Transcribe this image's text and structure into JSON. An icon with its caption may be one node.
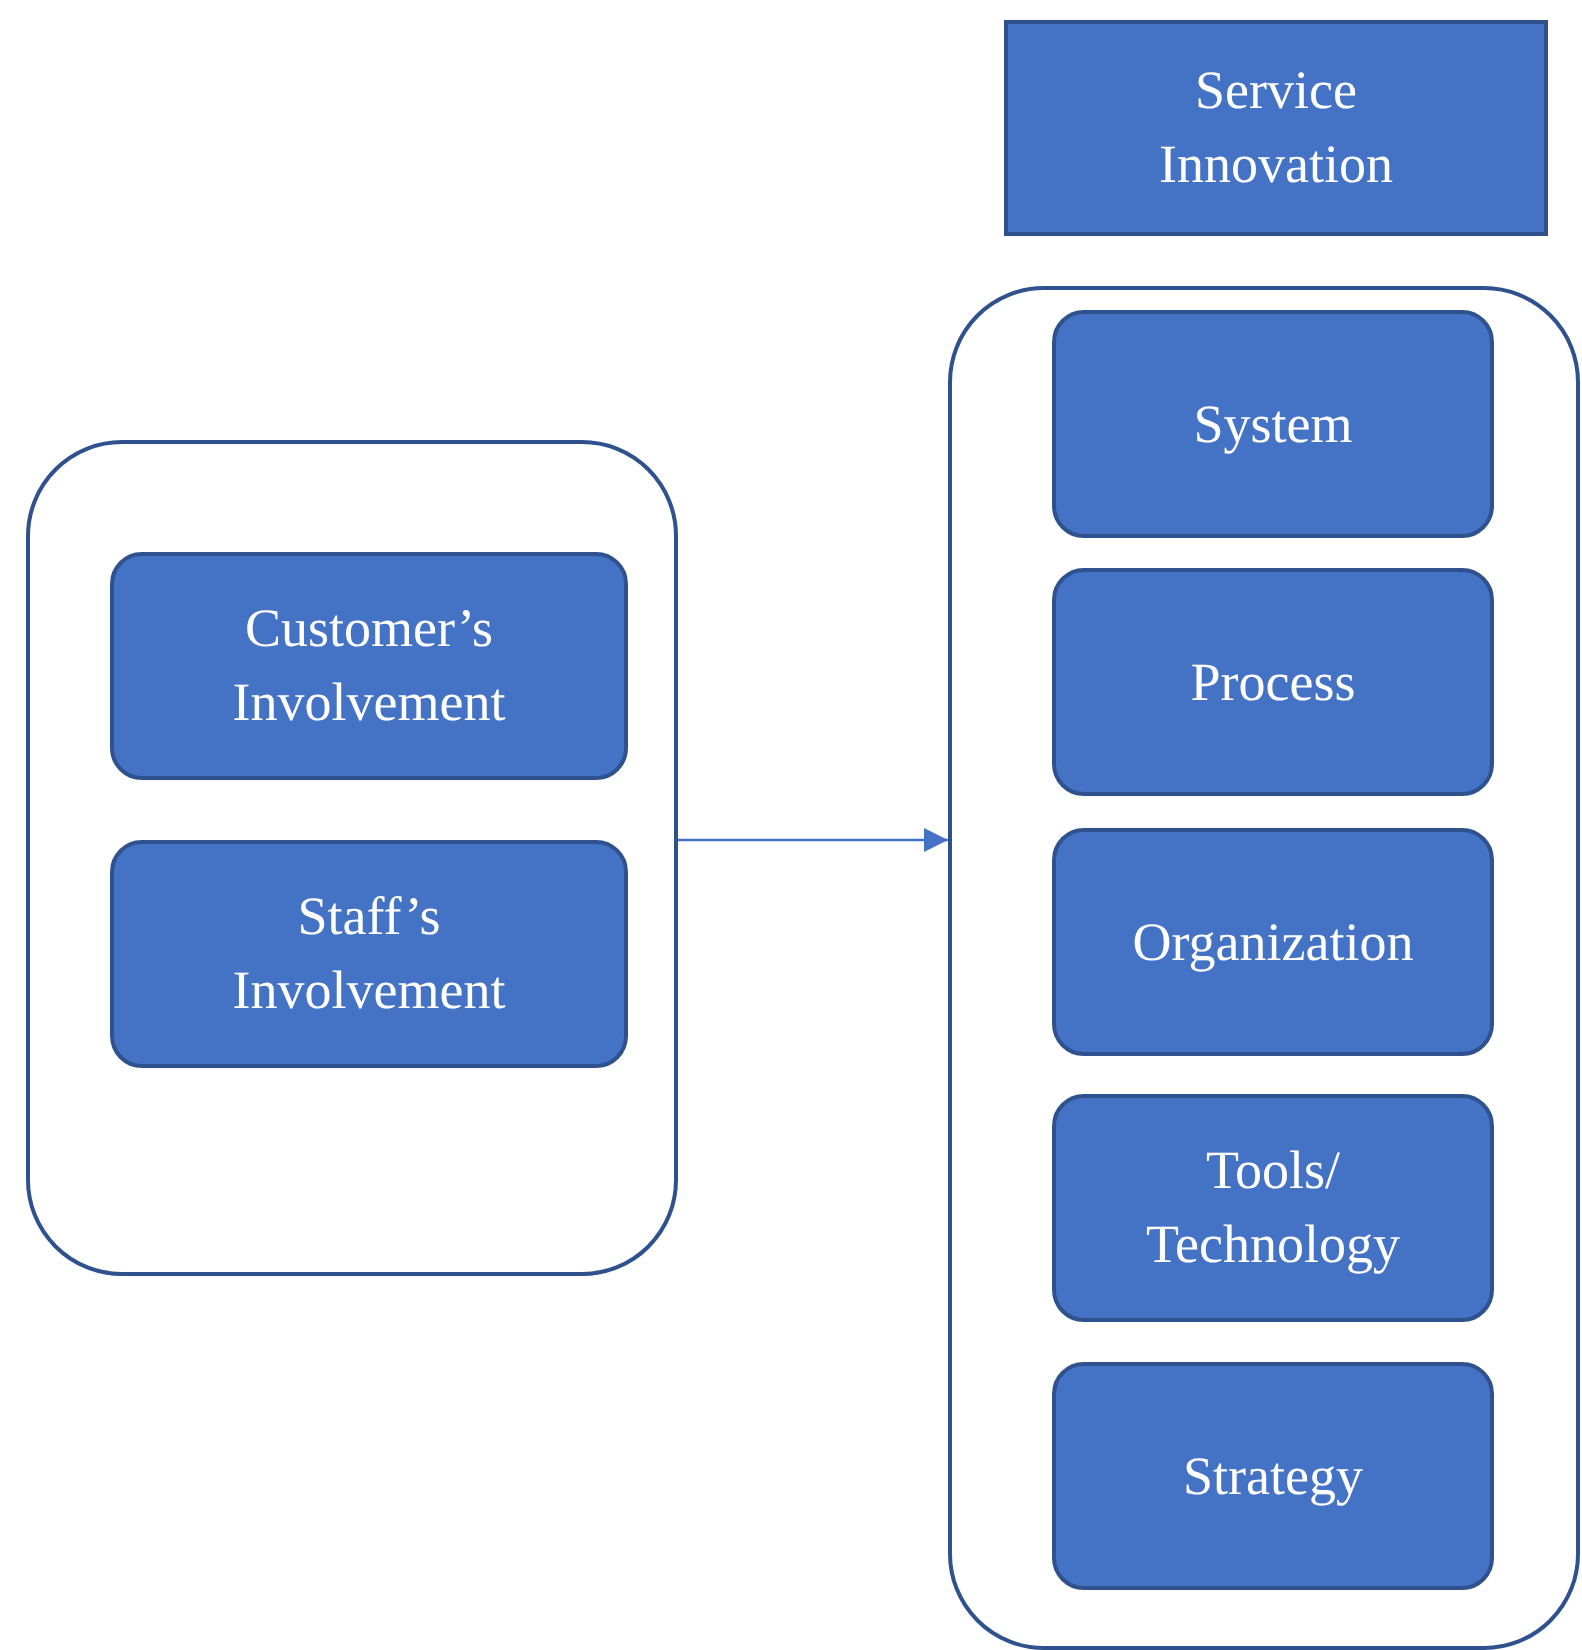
{
  "diagram": {
    "nodes": [
      {
        "text": [
          "Service Innovation"
        ]
      },
      {
        "text": [],
        "shape": "box"
      },
      {
        "text": [
          "Customer’s Involvement"
        ],
        "in": 1
      },
      {
        "text": [
          "Staff’s Involvement"
        ],
        "in": 1
      },
      {
        "text": [],
        "shape": "box"
      },
      {
        "text": [
          "System"
        ],
        "in": 4
      },
      {
        "text": [
          "Process"
        ],
        "in": 4
      },
      {
        "text": [
          "Organization"
        ],
        "in": 4
      },
      {
        "text": [
          "Tools/ Technology"
        ],
        "in": 4
      },
      {
        "text": [
          "Strategy"
        ],
        "in": 4
      }
    ],
    "edges": [
      {
        "from": 1,
        "to": 4,
        "arrow": "to"
      }
    ]
  }
}
